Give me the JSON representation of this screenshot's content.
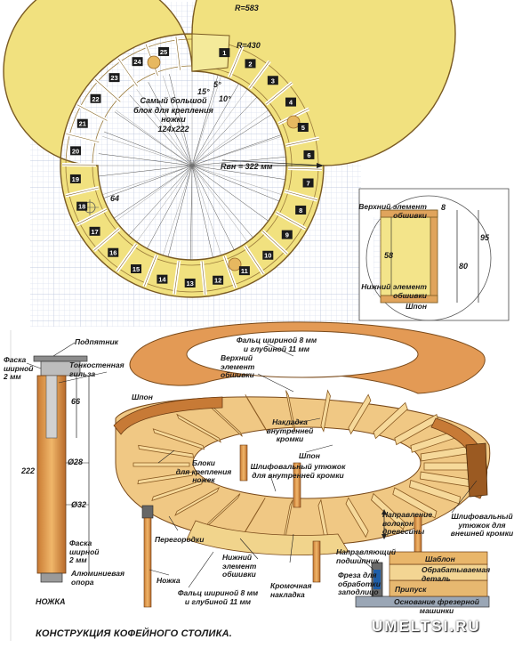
{
  "plan": {
    "radius_outer": "R=583",
    "radius_inner_arc": "R=430",
    "radius_inner": "Rвн = 322 мм",
    "angle_15": "15°",
    "angle_5": "5°",
    "angle_10": "10°",
    "largest_block": "Самый большой\nблок для крепления\nножки\n124x222",
    "dim_64": "64",
    "blocks": [
      "1",
      "2",
      "3",
      "4",
      "5",
      "6",
      "7",
      "8",
      "9",
      "10",
      "11",
      "12",
      "13",
      "14",
      "15",
      "16",
      "17",
      "18",
      "19",
      "20",
      "21",
      "22",
      "23",
      "24",
      "25"
    ]
  },
  "detail": {
    "upper_skin": "Верхний элемент\nобшивки",
    "lower_skin": "Нижний элемент\nобшивки",
    "veneer": "Шпон",
    "dim_8": "8",
    "dim_95": "95",
    "dim_58": "58",
    "dim_80": "80"
  },
  "leg": {
    "bearing": "Подпятник",
    "chamfer_top": "Фаска\nширной\n2 мм",
    "sleeve": "Тонкостенная\nгильза",
    "dim_66": "66",
    "dim_222": "222",
    "dia_28": "Ø28",
    "dia_32": "Ø32",
    "chamfer_bottom": "Фаска\nширной\n2 мм",
    "alu_support": "Алюминиевая\nопора",
    "leg_label": "НОЖКА"
  },
  "assembly": {
    "rebate_top": "Фальц шириной 8 мм\nи глубиной 11 мм",
    "upper_skin": "Верхний\nэлемент\nобшивки",
    "veneer_left": "Шпон",
    "inner_edge_overlay": "Накладка\nвнутренней\nкромки",
    "veneer_mid": "Шпон",
    "blocks": "Блоки\nдля крепления\nножек",
    "sanding_iron_inner": "Шлифовальный утюжок\nдля внутренней кромки",
    "partitions": "Перегородки",
    "leg": "Ножка",
    "lower_skin": "Нижний\nэлемент\nобшивки",
    "rebate_bottom": "Фальц шириной 8 мм\nи глубиной 11 мм",
    "edge_overlay": "Кромочная\nнакладка",
    "grain_direction": "Направление\nволокон\nдревесины",
    "sanding_iron_outer": "Шлифовальный\nутюжок для\nвнешней кромки"
  },
  "router": {
    "guide_bearing": "Направляющий\nподшипник",
    "cutter": "Фреза для\nобработки\nзаподлицо",
    "template": "Шаблон",
    "workpiece": "Обрабатываемая\nдеталь",
    "allowance": "Припуск",
    "base": "Основание фрезерной\nмашинки"
  },
  "title": "КОНСТРУКЦИЯ КОФЕЙНОГО СТОЛИКА.",
  "watermark": "UMELTSI.RU",
  "colors": {
    "ring": "#f3e48a",
    "wood": "#e0a45c",
    "wood_dark": "#b8743a",
    "grid": "#c9d3e6",
    "block_label": "#1b1b1b"
  }
}
